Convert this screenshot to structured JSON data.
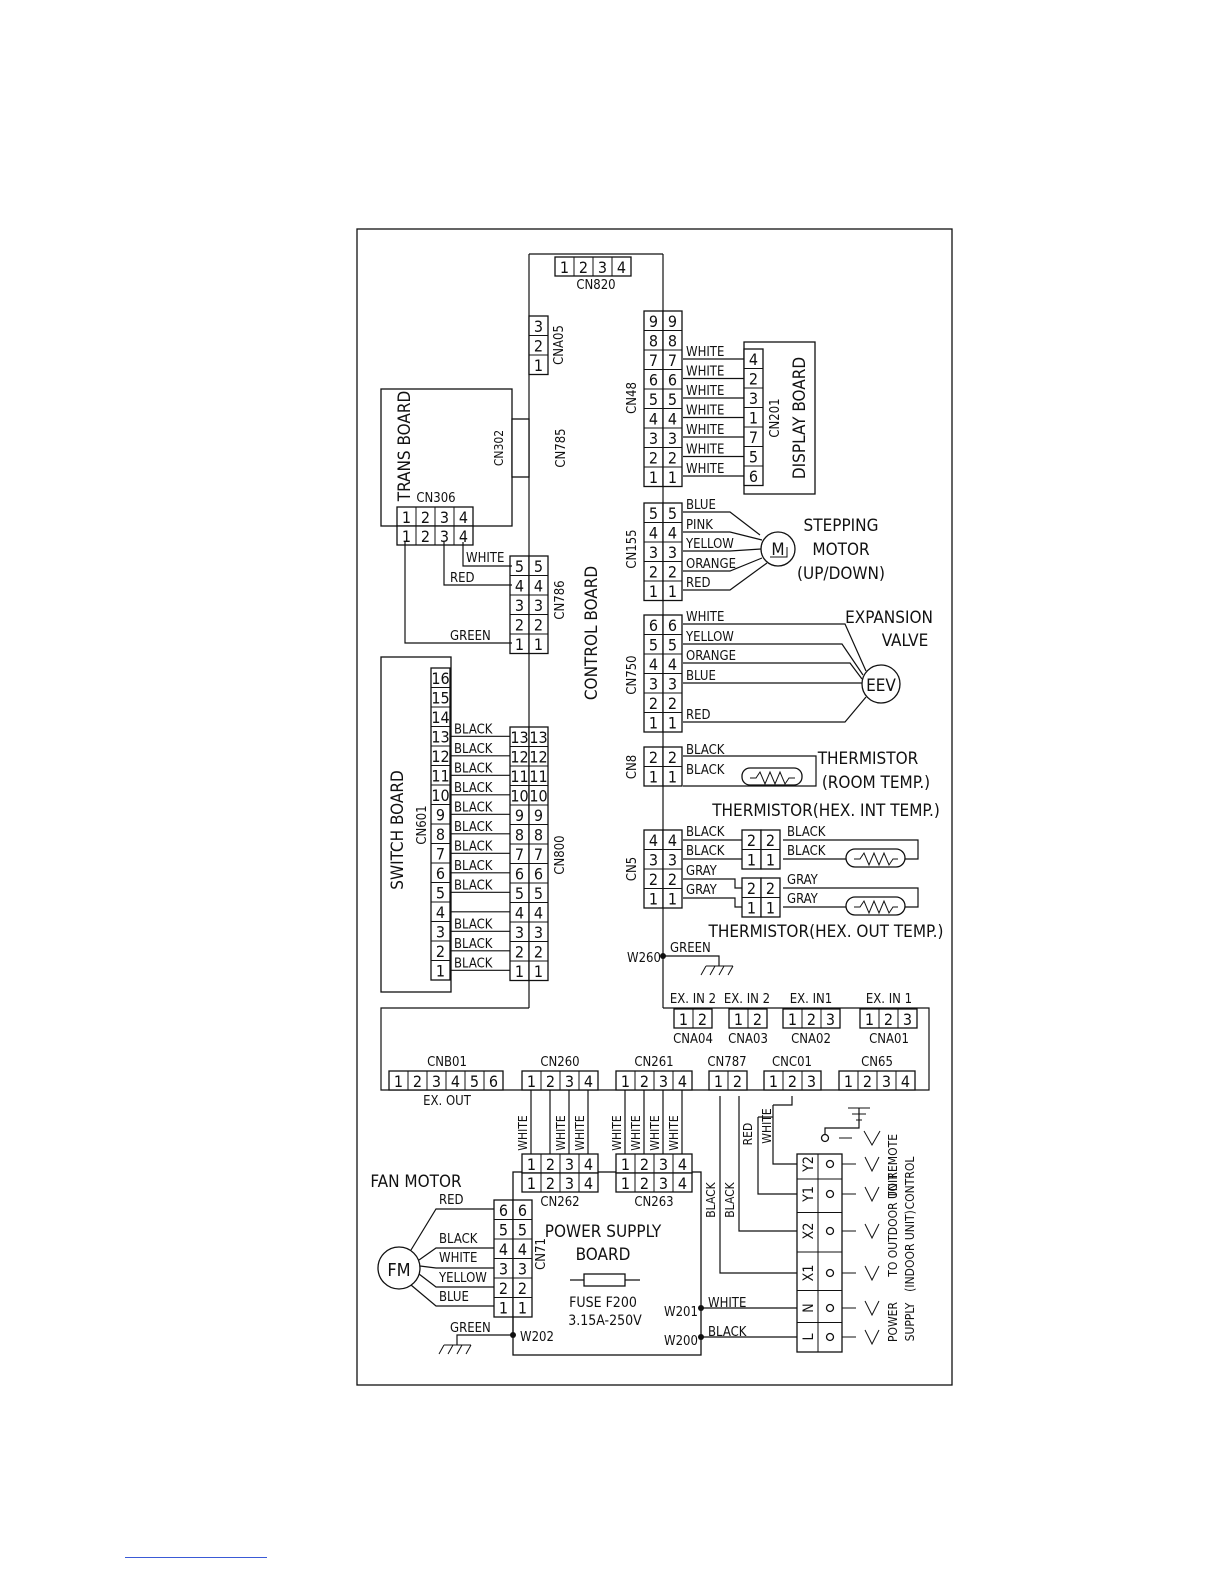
{
  "labels": {
    "cn820": "CN820",
    "cna05": "CNA05",
    "trans_board": "TRANS BOARD",
    "cn302": "CN302",
    "cn785": "CN785",
    "cn306": "CN306",
    "cn786": "CN786",
    "control_board": "CONTROL BOARD",
    "cn48": "CN48",
    "cn201": "CN201",
    "display_board": "DISPLAY BOARD",
    "cn155": "CN155",
    "stepping": "STEPPING",
    "motor": "MOTOR",
    "updown": "(UP/DOWN)",
    "m": "M",
    "cn750": "CN750",
    "expansion": "EXPANSION",
    "valve": "VALVE",
    "eev": "EEV",
    "cn8": "CN8",
    "thermistor": "THERMISTOR",
    "room_temp": "(ROOM TEMP.)",
    "therm_int": "THERMISTOR(HEX. INT TEMP.)",
    "cn5": "CN5",
    "therm_out": "THERMISTOR(HEX. OUT TEMP.)",
    "switch_board": "SWITCH BOARD",
    "cn601": "CN601",
    "cn800": "CN800",
    "w260": "W260",
    "green": "GREEN",
    "white": "WHITE",
    "red": "RED",
    "black": "BLACK",
    "ex_in2": "EX. IN 2",
    "ex_in1_a": "EX. IN1",
    "ex_in1_b": "EX. IN 1",
    "cna04": "CNA04",
    "cna03": "CNA03",
    "cna02": "CNA02",
    "cna01": "CNA01",
    "cnb01": "CNB01",
    "cn260": "CN260",
    "cn261": "CN261",
    "cn787": "CN787",
    "cnc01": "CNC01",
    "cn65": "CN65",
    "ex_out": "EX. OUT",
    "cn262": "CN262",
    "cn263": "CN263",
    "fan_motor": "FAN MOTOR",
    "fm": "FM",
    "cn71": "CN71",
    "power_supply_board_1": "POWER SUPPLY",
    "power_supply_board_2": "BOARD",
    "fuse": "FUSE F200",
    "fuse_rating": "3.15A-250V",
    "w201": "W201",
    "w200": "W200",
    "w202": "W202",
    "to_outdoor": "TO OUTDOOR UNIT",
    "to_remote": "TO REMOTE",
    "control": "CONTROL",
    "indoor_unit": "(INDOOR UNIT)",
    "power": "POWER",
    "supply": "SUPPLY"
  },
  "terminals": [
    "Y2",
    "Y1",
    "X2",
    "X1",
    "N",
    "L"
  ],
  "cn48_wires": [
    "WHITE",
    "WHITE",
    "WHITE",
    "WHITE",
    "WHITE",
    "WHITE",
    "WHITE"
  ],
  "cn201_pins": [
    "4",
    "2",
    "3",
    "1",
    "7",
    "5",
    "6"
  ],
  "cn155_wires": [
    "BLUE",
    "PINK",
    "YELLOW",
    "ORANGE",
    "RED"
  ],
  "cn750_wires": [
    "WHITE",
    "YELLOW",
    "ORANGE",
    "BLUE",
    "RED"
  ],
  "cn800_wires": [
    "BLACK",
    "BLACK",
    "BLACK",
    "BLACK",
    "BLACK",
    "BLACK",
    "BLACK",
    "BLACK",
    "BLACK",
    "BLACK",
    "BLACK",
    "BLACK"
  ],
  "cn5_wires": [
    "BLACK",
    "BLACK",
    "GRAY",
    "GRAY"
  ],
  "fan_wires": [
    "RED",
    "BLACK",
    "WHITE",
    "YELLOW",
    "BLUE"
  ]
}
